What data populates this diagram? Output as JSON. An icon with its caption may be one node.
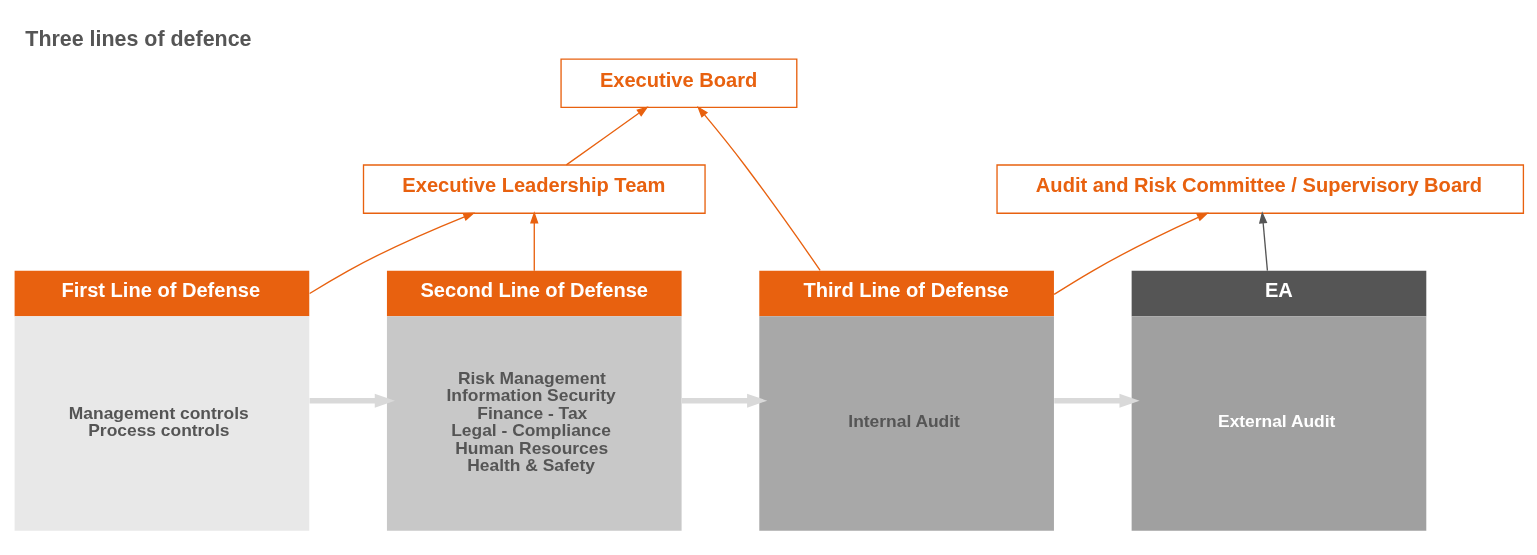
{
  "diagram": {
    "title": "Three lines of defence",
    "nodes": [
      {
        "text": [
          "Audit and Risk Committee / Supervisory Board"
        ]
      },
      {
        "text": [
          "Executive Board"
        ]
      },
      {
        "text": [
          "Executive Leadership Team"
        ]
      },
      {
        "text": [
          "First Line of Defense",
          "Management controls",
          "Process controls"
        ]
      },
      {
        "text": [
          "Second Line of Defense",
          "Risk Management",
          "Information Security",
          "Finance - Tax",
          "Legal - Compliance",
          "Human Resources",
          "Health & Safety"
        ]
      },
      {
        "text": [
          "Third Line of Defense",
          "Internal Audit"
        ]
      },
      {
        "text": [
          "EA",
          "External Audit"
        ]
      }
    ],
    "edges": [
      {
        "from": 3,
        "to": 2,
        "arrow": "to"
      },
      {
        "from": 4,
        "to": 2,
        "arrow": "to"
      },
      {
        "from": 2,
        "to": 1,
        "arrow": "to"
      },
      {
        "from": 5,
        "to": 1,
        "arrow": "to"
      },
      {
        "from": 5,
        "to": 0,
        "arrow": "to"
      },
      {
        "from": 6,
        "to": 0,
        "arrow": "to",
        "color": "#555555"
      },
      {
        "from": 3,
        "to": 4,
        "arrow": "to",
        "style": "thick",
        "color": "#d9d9d9"
      },
      {
        "from": 4,
        "to": 5,
        "arrow": "to",
        "style": "thick",
        "color": "#d9d9d9"
      },
      {
        "from": 5,
        "to": 6,
        "arrow": "to",
        "style": "thick",
        "color": "#d9d9d9"
      }
    ]
  }
}
